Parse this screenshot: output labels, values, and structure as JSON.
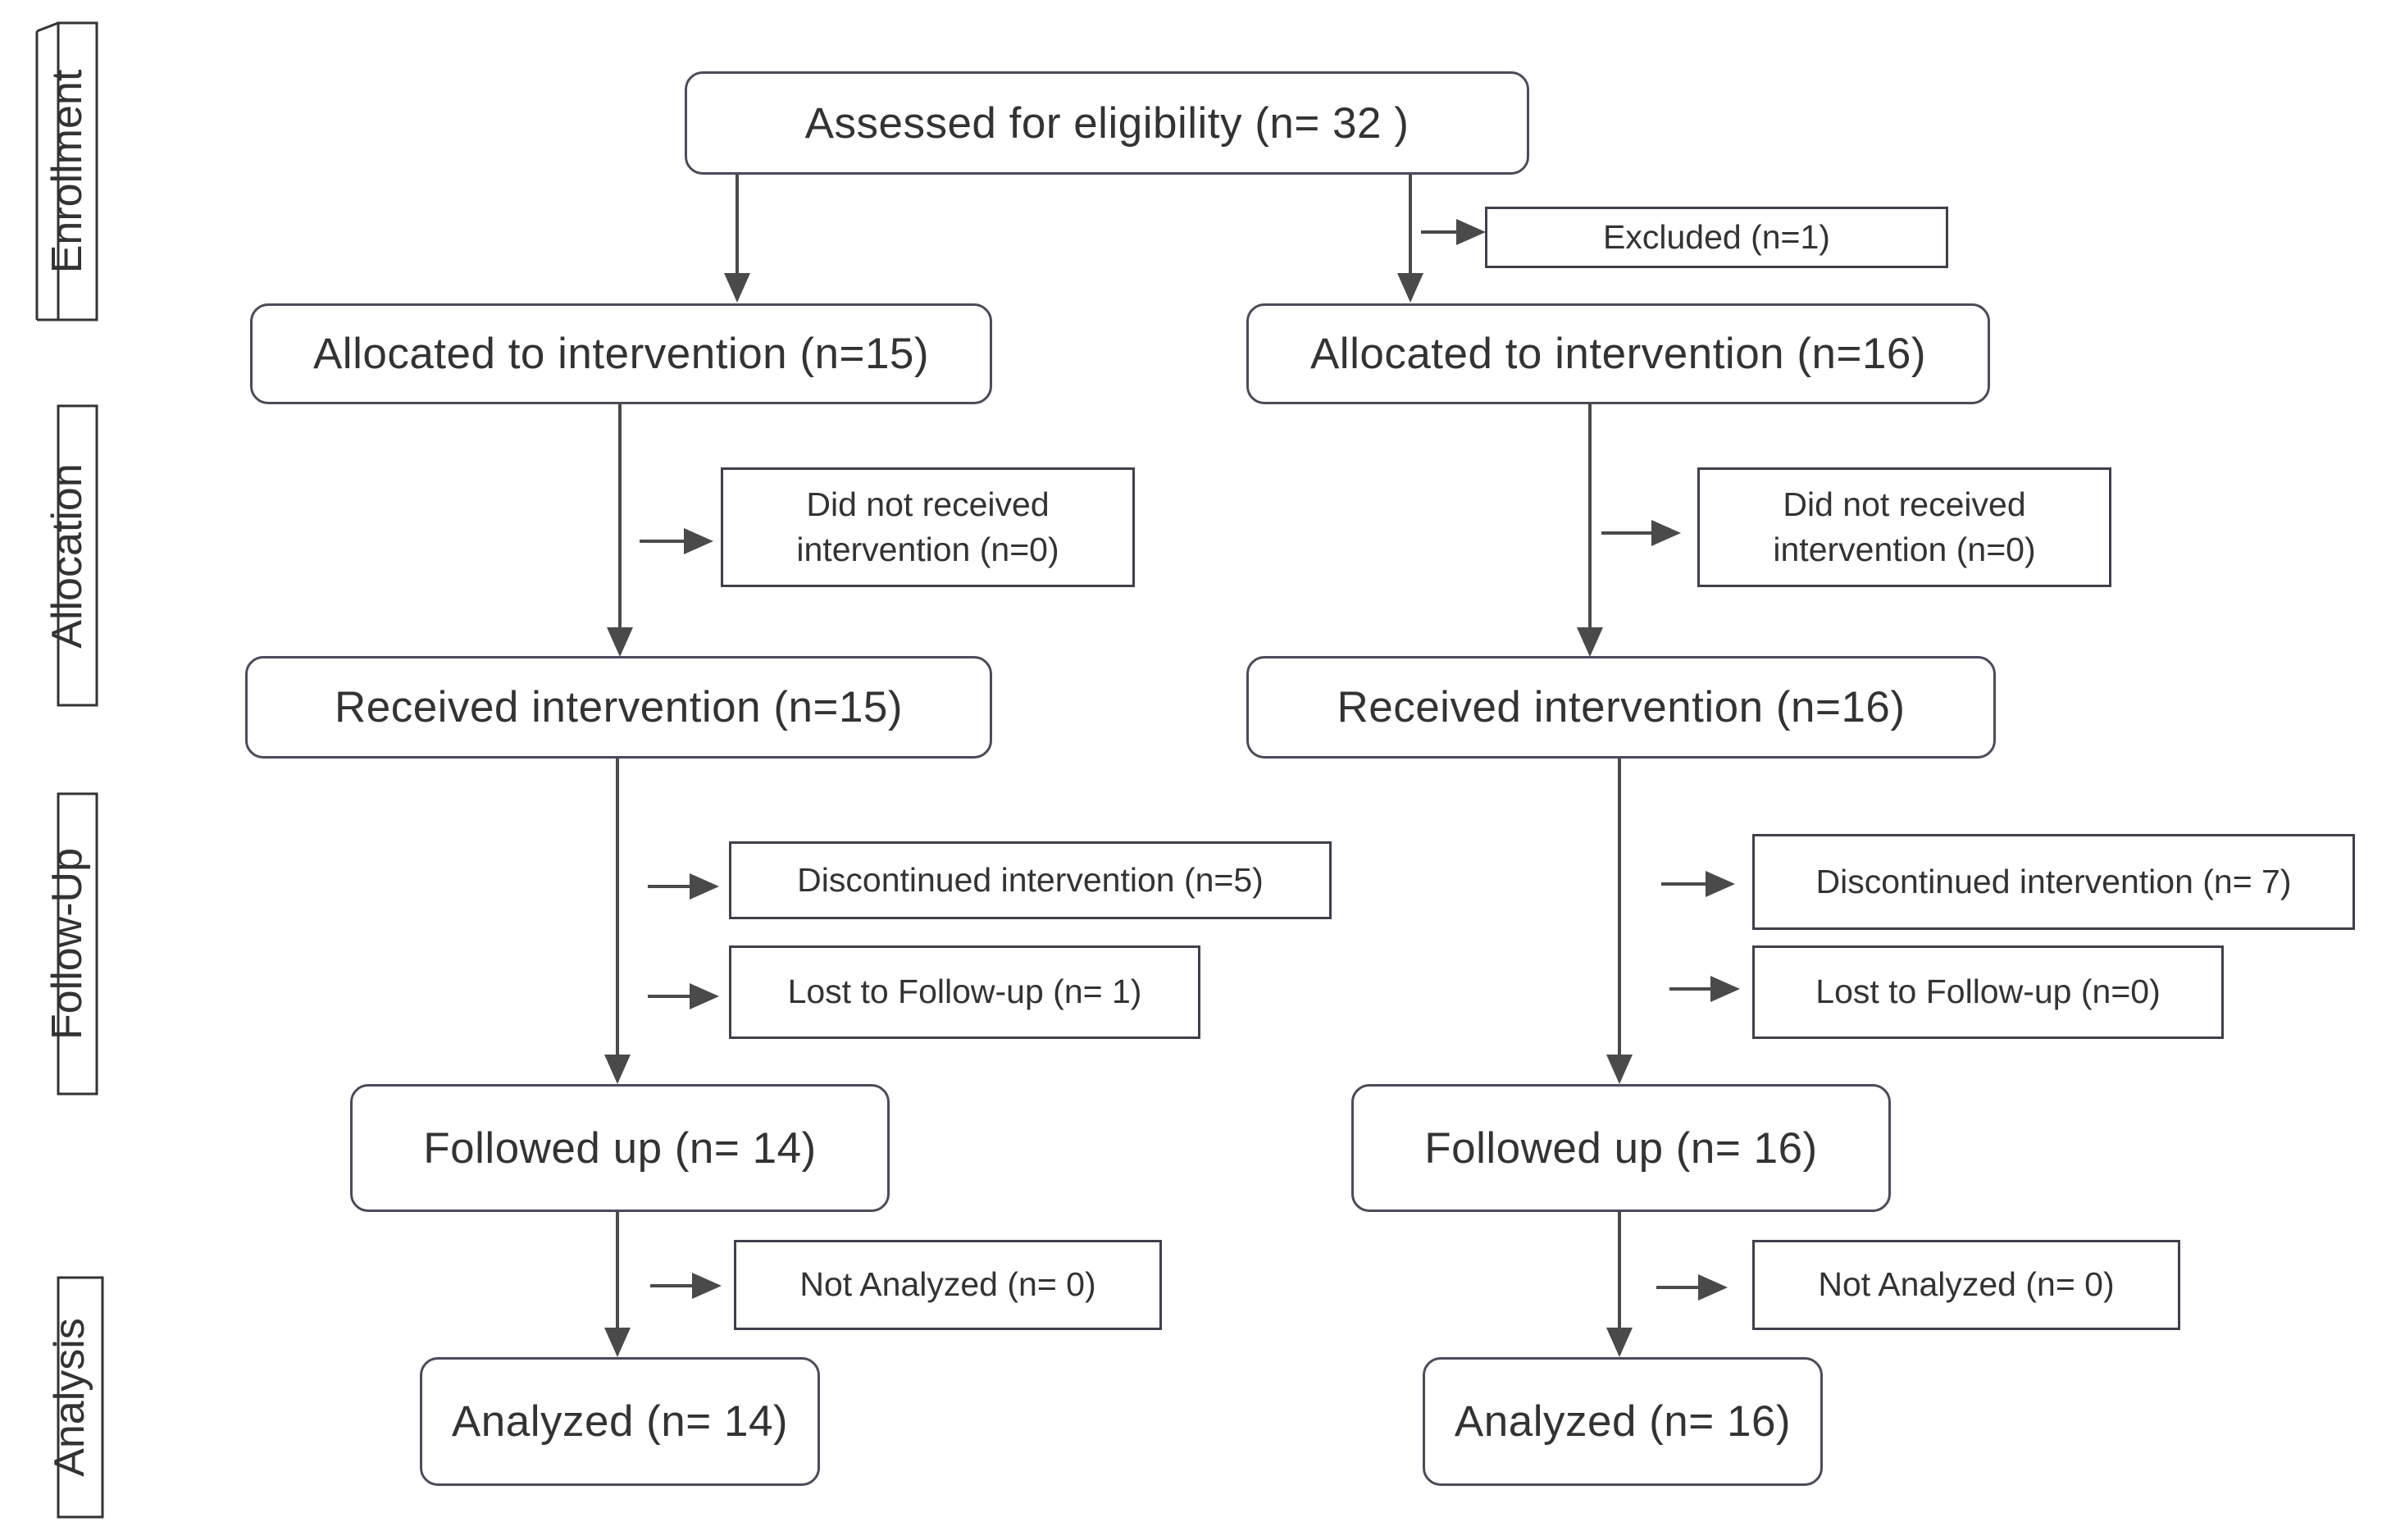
{
  "stages": {
    "enrollment": "Enrollment",
    "allocation": "Allocation",
    "follow_up": "Follow-Up",
    "analysis": "Analysis"
  },
  "enrollment": {
    "assessed": "Assessed for eligibility (n= 32 )",
    "excluded": "Excluded (n=1)"
  },
  "left_arm": {
    "allocated": "Allocated to intervention (n=15)",
    "did_not_receive_line1": "Did not received",
    "did_not_receive_line2": "intervention (n=0)",
    "received": "Received intervention (n=15)",
    "discontinued": "Discontinued intervention (n=5)",
    "lost": "Lost to Follow-up (n= 1)",
    "followed": "Followed up (n= 14)",
    "not_analyzed": "Not Analyzed (n= 0)",
    "analyzed": "Analyzed (n= 14)"
  },
  "right_arm": {
    "allocated": "Allocated to intervention (n=16)",
    "did_not_receive_line1": "Did not received",
    "did_not_receive_line2": "intervention (n=0)",
    "received": "Received intervention (n=16)",
    "discontinued": "Discontinued intervention (n= 7)",
    "lost": "Lost to Follow-up (n=0)",
    "followed": "Followed up (n= 16)",
    "not_analyzed": "Not Analyzed (n= 0)",
    "analyzed": "Analyzed (n= 16)"
  },
  "colors": {
    "line": "#4a4a4a",
    "border": "#4b4b5a",
    "text": "#333333"
  }
}
